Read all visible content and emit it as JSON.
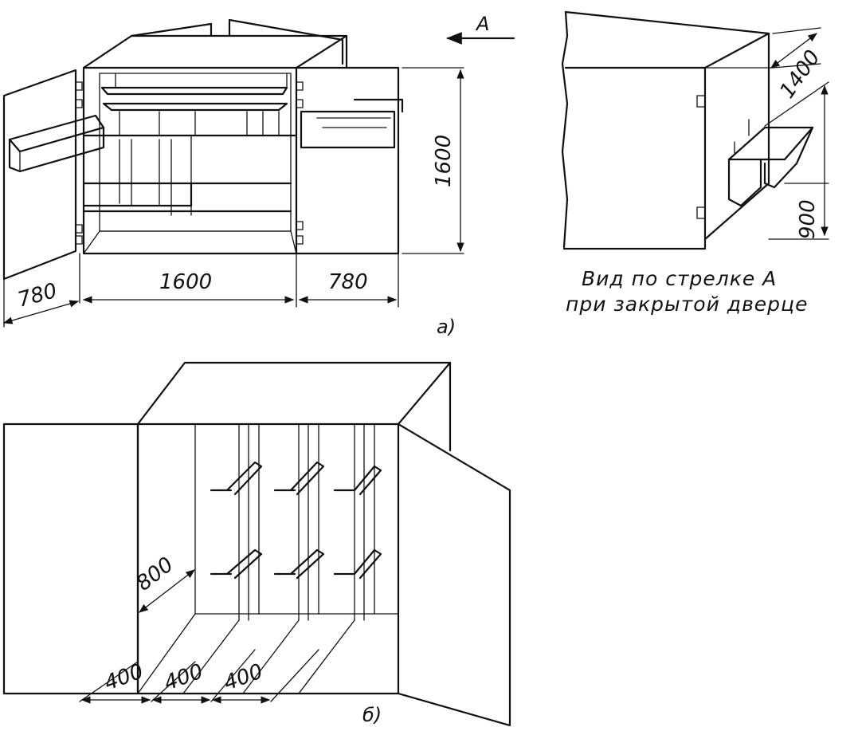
{
  "figure_a": {
    "label": "а)",
    "view_arrow_label": "А",
    "dim_left_door": "780",
    "dim_width": "1600",
    "dim_right_door": "780",
    "dim_height": "1600",
    "side_view_dim_depth": "1400",
    "side_view_dim_height": "900",
    "side_view_caption_line1": "Вид по стрелке А",
    "side_view_caption_line2": "при закрытой дверце"
  },
  "figure_b": {
    "label": "б)",
    "dim_depth": "800",
    "dim_bays": [
      "400",
      "400",
      "400"
    ]
  }
}
